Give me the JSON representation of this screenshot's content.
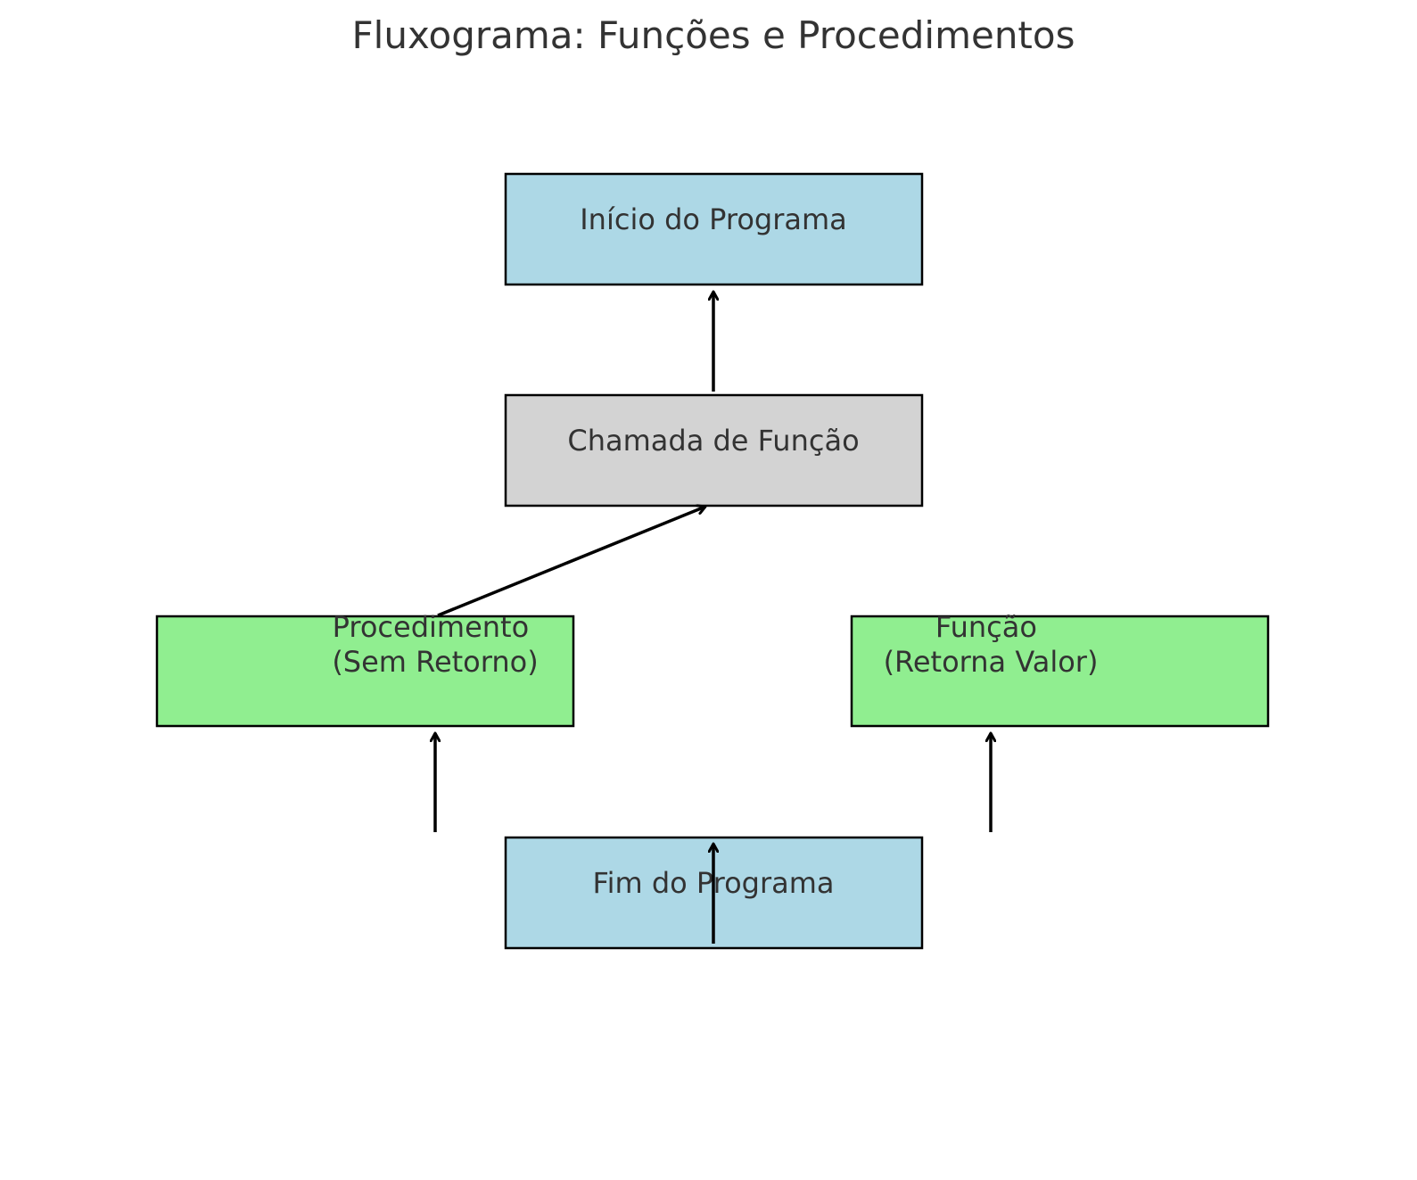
{
  "title": "Fluxograma: Funções e Procedimentos",
  "colors": {
    "start_end": "#add8e6",
    "call": "#d3d3d3",
    "routine": "#90ee90",
    "stroke": "#000000",
    "text": "#333333",
    "arrow": "#000000"
  },
  "nodes": {
    "inicio": {
      "lines": [
        "Início do Programa"
      ],
      "fill": "#add8e6"
    },
    "chamada": {
      "lines": [
        "Chamada de Função"
      ],
      "fill": "#d3d3d3"
    },
    "procedimento": {
      "lines": [
        "Procedimento",
        "(Sem Retorno)"
      ],
      "fill": "#90ee90"
    },
    "funcao": {
      "lines": [
        "Função",
        "(Retorna Valor)"
      ],
      "fill": "#90ee90"
    },
    "fim": {
      "lines": [
        "Fim do Programa"
      ],
      "fill": "#add8e6"
    }
  },
  "edges": [
    {
      "from": "chamada",
      "to": "inicio"
    },
    {
      "from": "procedimento",
      "to": "chamada"
    },
    {
      "from": "fim_left",
      "to": "procedimento"
    },
    {
      "from": "fim_right",
      "to": "funcao"
    },
    {
      "from": "fim_inside",
      "to": "fim"
    }
  ]
}
